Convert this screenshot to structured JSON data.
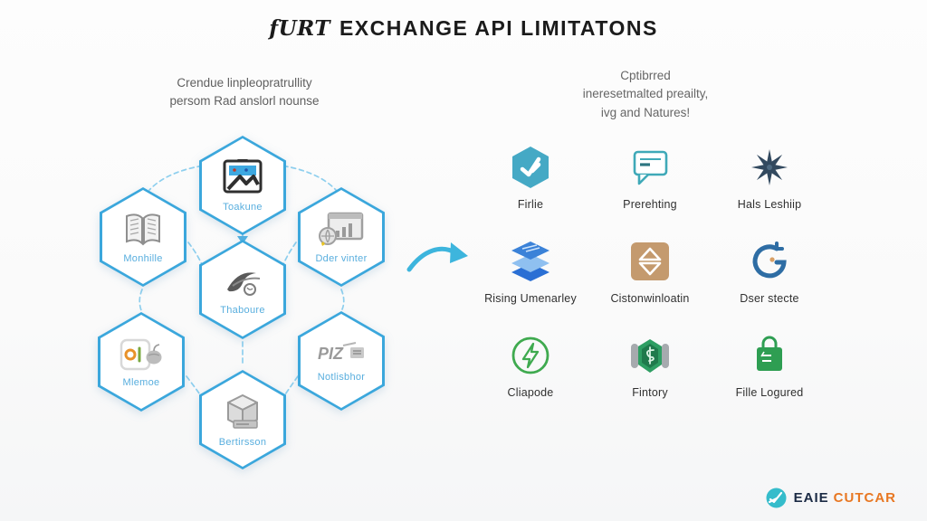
{
  "title": {
    "prefix": "fURT",
    "rest": "EXCHANGE API LIMITATONS"
  },
  "captions": {
    "left": [
      "Crendue linpleopratrullity",
      "persom Rad anslorl nounse"
    ],
    "right": [
      "Cptibrred",
      "ineresetmalted preailty,",
      "ivg and Natures!"
    ]
  },
  "hexagons": [
    {
      "label": "Toakune",
      "icon": "monitor-frame-icon"
    },
    {
      "label": "Monhille",
      "icon": "open-book-icon"
    },
    {
      "label": "Dder vinter",
      "icon": "chart-monitor-globe-icon"
    },
    {
      "label": "Thaboure",
      "icon": "swoosh-icon"
    },
    {
      "label": "Mlemoe",
      "icon": "app-window-mouse-icon"
    },
    {
      "label": "Notlisbhor",
      "icon": "wordmark-icon",
      "icon_text": "PIZ"
    },
    {
      "label": "Bertirsson",
      "icon": "cube-icon"
    }
  ],
  "features": [
    {
      "label": "Firlie",
      "icon": "check-hexagon-icon",
      "color": "#45a9c5"
    },
    {
      "label": "Prerehting",
      "icon": "speech-bubble-icon",
      "color": "#3fa9b8"
    },
    {
      "label": "Hals Leshiip",
      "icon": "eight-point-star-icon",
      "color": "#32495f"
    },
    {
      "label": "Rising Umenarley",
      "icon": "stacked-layers-icon",
      "color": "#3b82d8"
    },
    {
      "label": "Cistonwinloatin",
      "icon": "sort-arrows-icon",
      "color": "#c49a6e"
    },
    {
      "label": "Dser stecte",
      "icon": "refresh-g-icon",
      "color": "#2e6da4"
    },
    {
      "label": "Cliapode",
      "icon": "lightning-circle-icon",
      "color": "#3faa4f"
    },
    {
      "label": "Fintory",
      "icon": "shield-hexagon-icon",
      "color": "#2e9e63"
    },
    {
      "label": "Fille Logured",
      "icon": "shopping-bag-icon",
      "color": "#2e9e52"
    }
  ],
  "logo": {
    "primary": "EAIE",
    "secondary": "CUTCAR",
    "icon": "check-circle-logo-icon",
    "primary_color": "#1b2a44",
    "secondary_color": "#e87722",
    "icon_color": "#35bccb"
  },
  "colors": {
    "background": "#fbfbfb",
    "hex_border": "#3ba7dc",
    "hex_label": "#58aede",
    "connector": "#8ecfee",
    "arrow": "#3db5dd",
    "title": "#1b1b1b",
    "caption": "#5f5f5f",
    "feature_label": "#303030"
  }
}
